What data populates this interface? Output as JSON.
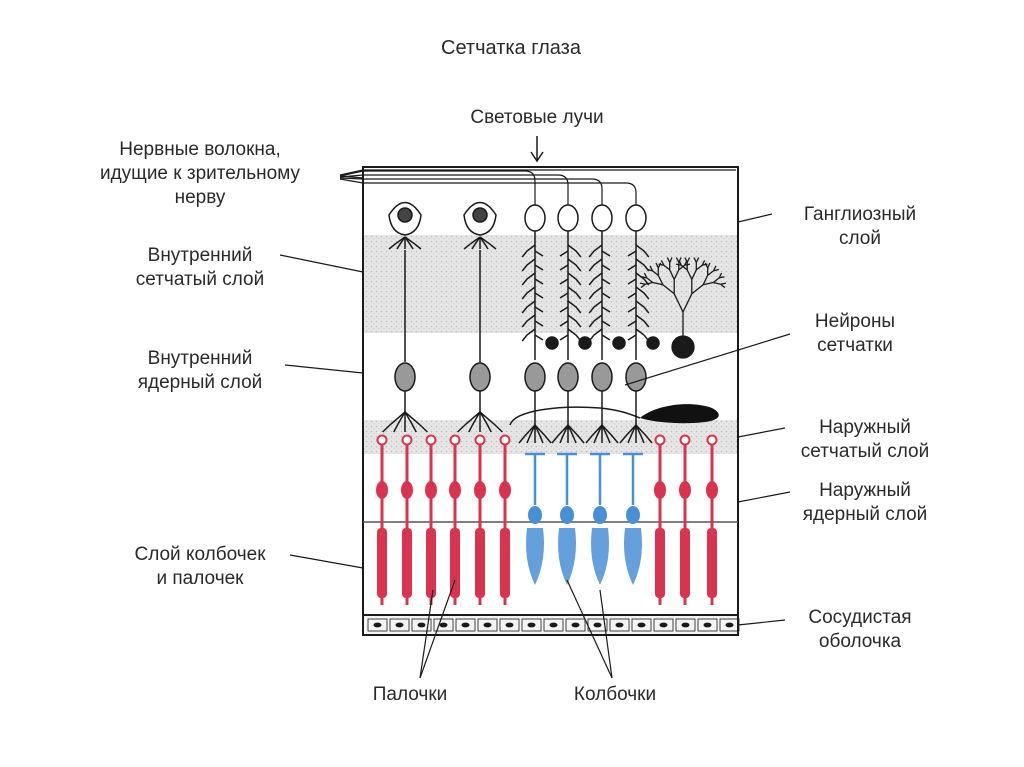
{
  "title": "Сетчатка глаза",
  "labels": {
    "light_rays": "Световые лучи",
    "nerve_fibers": [
      "Нервные волокна,",
      "идущие к зрительному",
      "нерву"
    ],
    "inner_plexiform": [
      "Внутренний",
      "сетчатый слой"
    ],
    "inner_nuclear": [
      "Внутренний",
      "ядерный слой"
    ],
    "rods_cones_layer": [
      "Слой колбочек",
      "и палочек"
    ],
    "ganglion": [
      "Ганглиозный",
      "слой"
    ],
    "retina_neurons": [
      "Нейроны",
      "сетчатки"
    ],
    "outer_plexiform": [
      "Наружный",
      "сетчатый слой"
    ],
    "outer_nuclear": [
      "Наружный",
      "ядерный слой"
    ],
    "choroid": [
      "Сосудистая",
      "оболочка"
    ],
    "rods": "Палочки",
    "cones": "Колбочки"
  },
  "colors": {
    "rods": "#d9344f",
    "cones": "#4a8fd6",
    "ink": "#1a1a1a",
    "layer_shade": "#dedede"
  }
}
